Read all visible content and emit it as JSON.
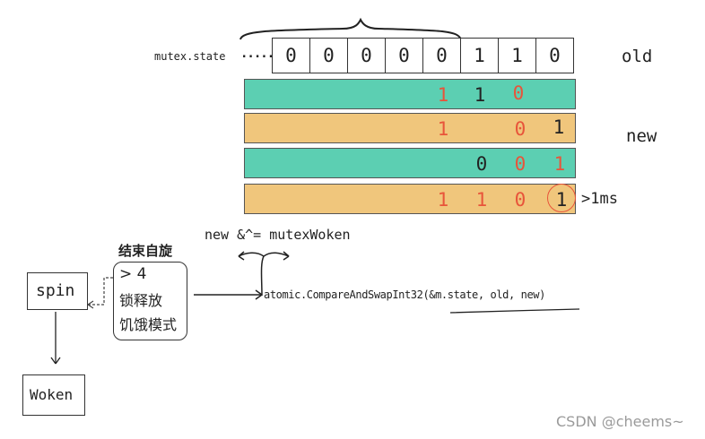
{
  "mutex_label": "mutex.state",
  "ellipsis": "......",
  "old_bits": [
    "0",
    "0",
    "0",
    "0",
    "0",
    "1",
    "1",
    "0"
  ],
  "old_label": "old",
  "new_label": "new",
  "rows": [
    {
      "bits": [
        "1",
        "1",
        "0"
      ]
    },
    {
      "bits": [
        "1",
        "0",
        "1"
      ]
    },
    {
      "bits": [
        "0",
        "0",
        "1"
      ]
    },
    {
      "bits": [
        "1",
        "1",
        "0",
        "1"
      ]
    }
  ],
  "starving_threshold": ">1ms",
  "spin_label": "spin",
  "woken_label": "Woken",
  "end_spin_title": "结束自旋",
  "end_spin_conditions": [
    "> 4",
    "锁释放",
    "饥饿模式"
  ],
  "woken_op": "new &^= mutexWoken",
  "cas_call": "atomic.CompareAndSwapInt32(&m.state, old, new)",
  "watermark": "CSDN @cheems~",
  "colors": {
    "teal": "#5ccfb2",
    "orange": "#f0c67c",
    "red_digit": "#e8543a"
  }
}
